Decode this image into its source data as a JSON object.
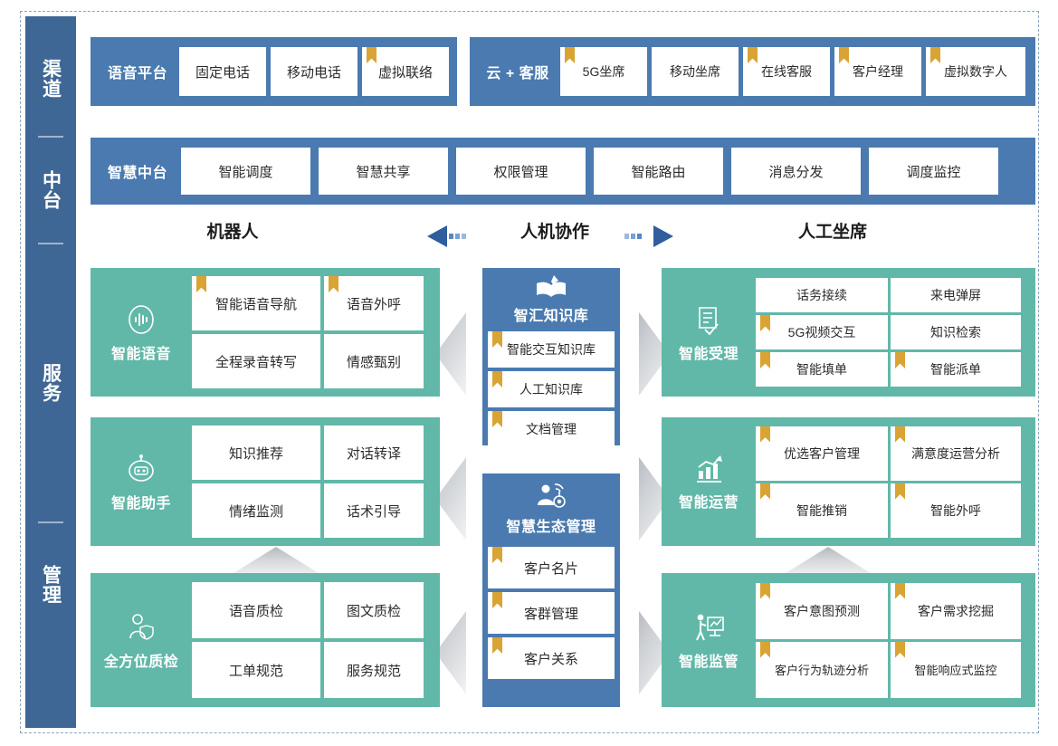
{
  "rail": {
    "labels": [
      "渠道",
      "中台",
      "服务",
      "管理"
    ]
  },
  "channel_row": {
    "voice_platform": {
      "title": "语音平台",
      "items": [
        {
          "label": "固定电话",
          "bookmark": false
        },
        {
          "label": "移动电话",
          "bookmark": false
        },
        {
          "label": "虚拟联络",
          "bookmark": true
        }
      ]
    },
    "cloud_service": {
      "title": "云 + 客服",
      "items": [
        {
          "label": "5G坐席",
          "bookmark": true
        },
        {
          "label": "移动坐席",
          "bookmark": false
        },
        {
          "label": "在线客服",
          "bookmark": true
        },
        {
          "label": "客户经理",
          "bookmark": true
        },
        {
          "label": "虚拟数字人",
          "bookmark": true
        }
      ]
    }
  },
  "middle_platform_row": {
    "title": "智慧中台",
    "items": [
      {
        "label": "智能调度",
        "bookmark": false
      },
      {
        "label": "智慧共享",
        "bookmark": false
      },
      {
        "label": "权限管理",
        "bookmark": false
      },
      {
        "label": "智能路由",
        "bookmark": false
      },
      {
        "label": "消息分发",
        "bookmark": false
      },
      {
        "label": "调度监控",
        "bookmark": false
      }
    ]
  },
  "column_headers": {
    "left": "机器人",
    "center": "人机协作",
    "right": "人工坐席"
  },
  "left_panels": [
    {
      "title": "智能语音",
      "icon": "voice-wave-icon",
      "items": [
        {
          "label": "智能语音导航",
          "bookmark": true
        },
        {
          "label": "语音外呼",
          "bookmark": true
        },
        {
          "label": "全程录音转写",
          "bookmark": false
        },
        {
          "label": "情感甄别",
          "bookmark": false
        }
      ]
    },
    {
      "title": "智能助手",
      "icon": "robot-icon",
      "items": [
        {
          "label": "知识推荐",
          "bookmark": false
        },
        {
          "label": "对话转译",
          "bookmark": false
        },
        {
          "label": "情绪监测",
          "bookmark": false
        },
        {
          "label": "话术引导",
          "bookmark": false
        }
      ]
    },
    {
      "title": "全方位质检",
      "icon": "person-shield-icon",
      "items": [
        {
          "label": "语音质检",
          "bookmark": false
        },
        {
          "label": "图文质检",
          "bookmark": false
        },
        {
          "label": "工单规范",
          "bookmark": false
        },
        {
          "label": "服务规范",
          "bookmark": false
        }
      ]
    }
  ],
  "center_panels": [
    {
      "title": "智汇知识库",
      "icon": "open-book-pen-icon",
      "items": [
        {
          "label": "智能交互知识库",
          "bookmark": true
        },
        {
          "label": "人工知识库",
          "bookmark": true
        },
        {
          "label": "文档管理",
          "bookmark": true
        }
      ]
    },
    {
      "title": "智慧生态管理",
      "icon": "person-network-icon",
      "items": [
        {
          "label": "客户名片",
          "bookmark": true
        },
        {
          "label": "客群管理",
          "bookmark": true
        },
        {
          "label": "客户关系",
          "bookmark": true
        }
      ]
    }
  ],
  "right_panels": [
    {
      "title": "智能受理",
      "icon": "document-check-icon",
      "items": [
        {
          "label": "话务接续",
          "bookmark": false
        },
        {
          "label": "来电弹屏",
          "bookmark": false
        },
        {
          "label": "5G视频交互",
          "bookmark": true
        },
        {
          "label": "知识检索",
          "bookmark": false
        },
        {
          "label": "智能填单",
          "bookmark": true
        },
        {
          "label": "智能派单",
          "bookmark": true
        }
      ]
    },
    {
      "title": "智能运营",
      "icon": "growth-chart-icon",
      "items": [
        {
          "label": "优选客户管理",
          "bookmark": true
        },
        {
          "label": "满意度运营分析",
          "bookmark": true
        },
        {
          "label": "智能推销",
          "bookmark": true
        },
        {
          "label": "智能外呼",
          "bookmark": true
        }
      ]
    },
    {
      "title": "智能监管",
      "icon": "presenter-board-icon",
      "items": [
        {
          "label": "客户意图预测",
          "bookmark": true
        },
        {
          "label": "客户需求挖掘",
          "bookmark": true
        },
        {
          "label": "客户行为轨迹分析",
          "bookmark": true
        },
        {
          "label": "智能响应式监控",
          "bookmark": true
        }
      ]
    }
  ],
  "colors": {
    "blue": "#4a7ab0",
    "rail_blue": "#3f6795",
    "green": "#61b8a8",
    "bookmark": "#d9a434",
    "frame": "#8fa6bf"
  }
}
